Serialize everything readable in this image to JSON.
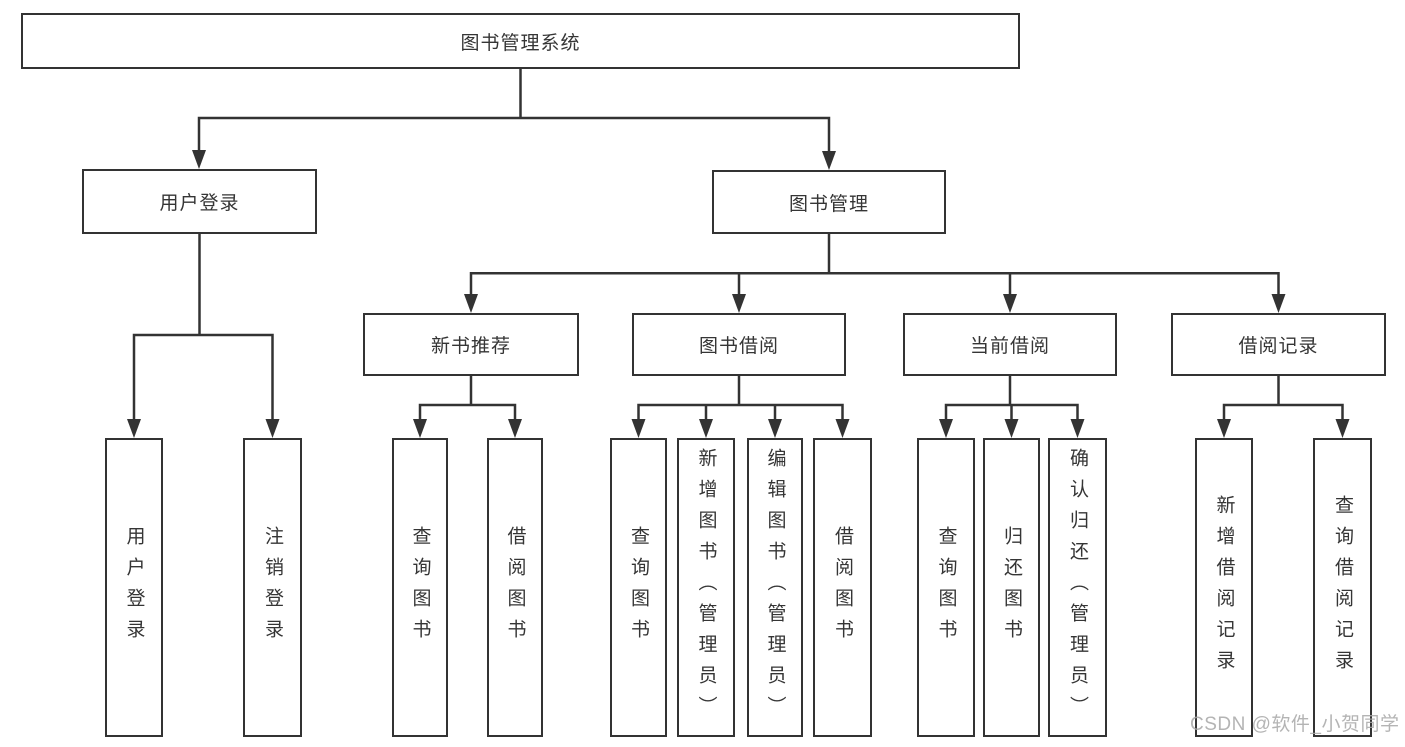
{
  "diagram": {
    "type": "tree-diagram",
    "orientation": "top-down",
    "colors": {
      "line": "#333333",
      "box_border": "#333333",
      "box_bg": "#ffffff",
      "text": "#353535",
      "watermark": "#a8a8a8"
    }
  },
  "tree": {
    "label": "图书管理系统",
    "children": [
      {
        "label": "用户登录",
        "children": [
          {
            "label": "用户登录"
          },
          {
            "label": "注销登录"
          }
        ]
      },
      {
        "label": "图书管理",
        "children": [
          {
            "label": "新书推荐",
            "children": [
              {
                "label": "查询图书"
              },
              {
                "label": "借阅图书"
              }
            ]
          },
          {
            "label": "图书借阅",
            "children": [
              {
                "label": "查询图书"
              },
              {
                "label": "新增图书（管理员）"
              },
              {
                "label": "编辑图书（管理员）"
              },
              {
                "label": "借阅图书"
              }
            ]
          },
          {
            "label": "当前借阅",
            "children": [
              {
                "label": "查询图书"
              },
              {
                "label": "归还图书"
              },
              {
                "label": "确认归还（管理员）"
              }
            ]
          },
          {
            "label": "借阅记录",
            "children": [
              {
                "label": "新增借阅记录"
              },
              {
                "label": "查询借阅记录"
              }
            ]
          }
        ]
      }
    ]
  },
  "watermark": {
    "text": "CSDN @软件_小贺同学"
  }
}
